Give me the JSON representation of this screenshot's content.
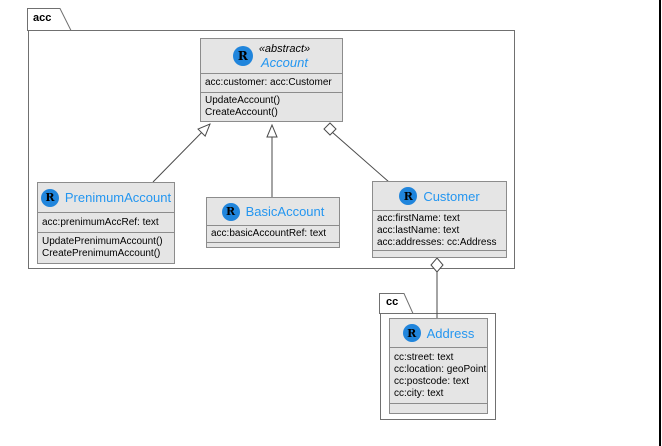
{
  "packages": [
    {
      "label": "acc"
    },
    {
      "label": "cc"
    }
  ],
  "icons": {
    "resource_glyph": "R"
  },
  "colors": {
    "accent_blue": "#2496f0",
    "icon_blue": "#2085dc",
    "box_fill": "#e5e5e5",
    "box_border": "#8c8c8c",
    "connector": "#4a4a4a"
  },
  "classes": [
    {
      "name": "Account",
      "stereotype": "«abstract»",
      "attributes": [
        "acc:customer: acc:Customer"
      ],
      "operations": [
        "UpdateAccount()",
        "CreateAccount()"
      ]
    },
    {
      "name": "PrenimumAccount",
      "attributes": [
        "acc:prenimumAccRef: text"
      ],
      "operations": [
        "UpdatePrenimumAccount()",
        "CreatePrenimumAccount()"
      ]
    },
    {
      "name": "BasicAccount",
      "attributes": [
        "acc:basicAccountRef: text"
      ],
      "operations": []
    },
    {
      "name": "Customer",
      "attributes": [
        "acc:firstName: text",
        "acc:lastName: text",
        "acc:addresses: cc:Address"
      ],
      "operations": []
    },
    {
      "name": "Address",
      "attributes": [
        "cc:street: text",
        "cc:location: geoPoint",
        "cc:postcode: text",
        "cc:city: text"
      ],
      "operations": []
    }
  ],
  "relationships": [
    {
      "type": "generalization",
      "from": "PrenimumAccount",
      "to": "Account"
    },
    {
      "type": "generalization",
      "from": "BasicAccount",
      "to": "Account"
    },
    {
      "type": "aggregation",
      "aggregate": "Account",
      "part": "Customer"
    },
    {
      "type": "aggregation",
      "aggregate": "Customer",
      "part": "Address"
    }
  ]
}
